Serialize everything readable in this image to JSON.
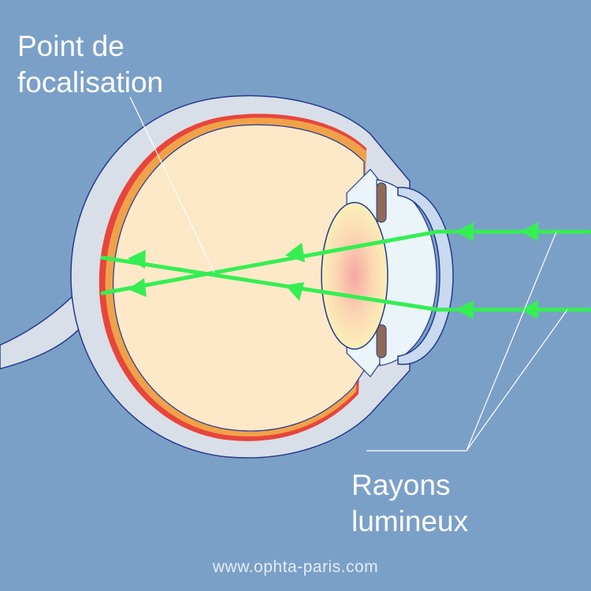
{
  "labels": {
    "focal_point": [
      "Point de",
      "focalisation"
    ],
    "light_rays": [
      "Rayons",
      "lumineux"
    ]
  },
  "credit": "www.ophta-paris.com",
  "colors": {
    "background": "#7ba0c8",
    "sclera": "#d9dfe8",
    "vitreous": "#fde8c8",
    "retina_red": "#e8453c",
    "choroid_orange": "#f0a24a",
    "cornea": "#c9daf0",
    "aqueous": "#eaf4f9",
    "lens": "#fbefb7",
    "iris": "#8f6b55",
    "light_ray": "#35ee53",
    "leader_line": "#ffffff"
  }
}
